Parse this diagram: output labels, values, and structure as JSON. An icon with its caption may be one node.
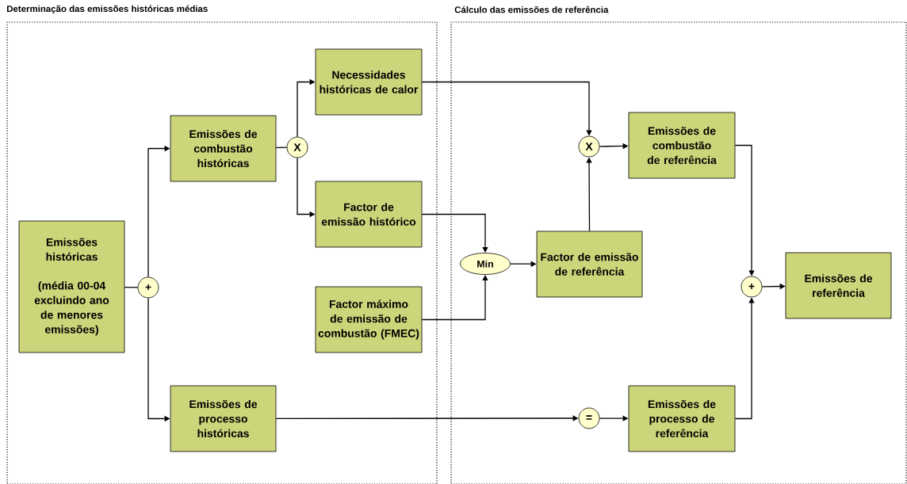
{
  "diagram": {
    "nodes": [
      {
        "text": [
          "Determinação das emissões históricas médias"
        ]
      },
      {
        "text": [
          "Cálculo das emissões de referência"
        ]
      },
      {
        "text": [
          "Emissões históricas",
          "(média 00-04 excluindo ano de menores emissões)"
        ],
        "in": 0
      },
      {
        "text": [
          "+"
        ],
        "in": 0
      },
      {
        "text": [
          "Emissões de combustão históricas"
        ],
        "in": 0
      },
      {
        "text": [
          "Emissões de processo históricas"
        ],
        "in": 0
      },
      {
        "text": [
          "X"
        ],
        "in": 0
      },
      {
        "text": [
          "Necessidades históricas de calor"
        ],
        "in": 0
      },
      {
        "text": [
          "Factor de emissão histórico"
        ],
        "in": 0
      },
      {
        "text": [
          "Factor máximo de emissão de combustão (FMEC)"
        ],
        "in": 0
      },
      {
        "text": [
          "Min"
        ],
        "in": 1
      },
      {
        "text": [
          "Factor de emissão de referência"
        ],
        "in": 1
      },
      {
        "text": [
          "X"
        ],
        "in": 1
      },
      {
        "text": [
          "Emissões de combustão de referência"
        ],
        "in": 1
      },
      {
        "text": [
          "="
        ],
        "in": 1
      },
      {
        "text": [
          "Emissões de processo de referência"
        ],
        "in": 1
      },
      {
        "text": [
          "+"
        ],
        "in": 1
      },
      {
        "text": [
          "Emissões de referência"
        ],
        "in": 1
      }
    ],
    "edges": [
      {
        "from": 2,
        "to": 3,
        "arrow": "none"
      },
      {
        "from": 3,
        "to": 4,
        "arrow": "to"
      },
      {
        "from": 3,
        "to": 5,
        "arrow": "to"
      },
      {
        "from": 4,
        "to": 6,
        "arrow": "none"
      },
      {
        "from": 6,
        "to": 7,
        "arrow": "to"
      },
      {
        "from": 6,
        "to": 8,
        "arrow": "to"
      },
      {
        "from": 7,
        "to": 12,
        "arrow": "to"
      },
      {
        "from": 8,
        "to": 10,
        "arrow": "to"
      },
      {
        "from": 9,
        "to": 10,
        "arrow": "to"
      },
      {
        "from": 10,
        "to": 11,
        "arrow": "to"
      },
      {
        "from": 11,
        "to": 12,
        "arrow": "to"
      },
      {
        "from": 12,
        "to": 13,
        "arrow": "to"
      },
      {
        "from": 5,
        "to": 14,
        "arrow": "to"
      },
      {
        "from": 14,
        "to": 15,
        "arrow": "to"
      },
      {
        "from": 13,
        "to": 16,
        "arrow": "to"
      },
      {
        "from": 15,
        "to": 16,
        "arrow": "to"
      },
      {
        "from": 16,
        "to": 17,
        "arrow": "to"
      }
    ]
  }
}
